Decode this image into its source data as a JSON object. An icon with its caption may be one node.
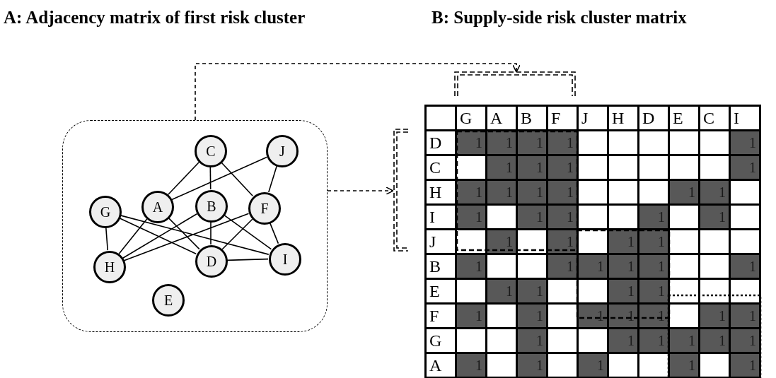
{
  "diagram": {
    "nodes": [
      {
        "text": [],
        "shape": "box"
      },
      {
        "text": [
          "C"
        ],
        "in": 0
      },
      {
        "text": [
          "J"
        ],
        "in": 0
      },
      {
        "text": [
          "G"
        ],
        "in": 0
      },
      {
        "text": [
          "A"
        ],
        "in": 0
      },
      {
        "text": [
          "B"
        ],
        "in": 0
      },
      {
        "text": [
          "F"
        ],
        "in": 0
      },
      {
        "text": [
          "H"
        ],
        "in": 0
      },
      {
        "text": [
          "D"
        ],
        "in": 0
      },
      {
        "text": [
          "I"
        ],
        "in": 0
      },
      {
        "text": [
          "E"
        ],
        "in": 0
      },
      {
        "text": [],
        "shape": "box"
      },
      {
        "text": [],
        "shape": "box",
        "in": 11
      },
      {
        "text": [
          "G"
        ],
        "in": 11
      },
      {
        "text": [
          "A"
        ],
        "in": 11
      },
      {
        "text": [
          "B"
        ],
        "in": 11
      },
      {
        "text": [
          "F"
        ],
        "in": 11
      },
      {
        "text": [
          "J"
        ],
        "in": 11
      },
      {
        "text": [
          "H"
        ],
        "in": 11
      },
      {
        "text": [
          "D"
        ],
        "in": 11
      },
      {
        "text": [
          "E"
        ],
        "in": 11
      },
      {
        "text": [
          "C"
        ],
        "in": 11
      },
      {
        "text": [
          "I"
        ],
        "in": 11
      },
      {
        "text": [
          "D"
        ],
        "in": 11
      },
      {
        "text": [
          "1"
        ],
        "in": 11
      },
      {
        "text": [
          "1"
        ],
        "in": 11
      },
      {
        "text": [
          "1"
        ],
        "in": 11
      },
      {
        "text": [
          "1"
        ],
        "in": 11
      },
      {
        "text": [],
        "shape": "box",
        "in": 11
      },
      {
        "text": [],
        "shape": "box",
        "in": 11
      },
      {
        "text": [],
        "shape": "box",
        "in": 11
      },
      {
        "text": [],
        "shape": "box",
        "in": 11
      },
      {
        "text": [],
        "shape": "box",
        "in": 11
      },
      {
        "text": [
          "1"
        ],
        "in": 11
      },
      {
        "text": [
          "C"
        ],
        "in": 11
      },
      {
        "text": [],
        "shape": "box",
        "in": 11
      },
      {
        "text": [
          "1"
        ],
        "in": 11
      },
      {
        "text": [
          "1"
        ],
        "in": 11
      },
      {
        "text": [
          "1"
        ],
        "in": 11
      },
      {
        "text": [],
        "shape": "box",
        "in": 11
      },
      {
        "text": [],
        "shape": "box",
        "in": 11
      },
      {
        "text": [],
        "shape": "box",
        "in": 11
      },
      {
        "text": [],
        "shape": "box",
        "in": 11
      },
      {
        "text": [],
        "shape": "box",
        "in": 11
      },
      {
        "text": [
          "1"
        ],
        "in": 11
      },
      {
        "text": [
          "H"
        ],
        "in": 11
      },
      {
        "text": [
          "1"
        ],
        "in": 11
      },
      {
        "text": [
          "1"
        ],
        "in": 11
      },
      {
        "text": [
          "1"
        ],
        "in": 11
      },
      {
        "text": [
          "1"
        ],
        "in": 11
      },
      {
        "text": [],
        "shape": "box",
        "in": 11
      },
      {
        "text": [],
        "shape": "box",
        "in": 11
      },
      {
        "text": [],
        "shape": "box",
        "in": 11
      },
      {
        "text": [
          "1"
        ],
        "in": 11
      },
      {
        "text": [
          "1"
        ],
        "in": 11
      },
      {
        "text": [],
        "shape": "box",
        "in": 11
      },
      {
        "text": [
          "I"
        ],
        "in": 11
      },
      {
        "text": [
          "1"
        ],
        "in": 11
      },
      {
        "text": [],
        "shape": "box",
        "in": 11
      },
      {
        "text": [
          "1"
        ],
        "in": 11
      },
      {
        "text": [
          "1"
        ],
        "in": 11
      },
      {
        "text": [],
        "shape": "box",
        "in": 11
      },
      {
        "text": [],
        "shape": "box",
        "in": 11
      },
      {
        "text": [
          "1"
        ],
        "in": 11
      },
      {
        "text": [],
        "shape": "box",
        "in": 11
      },
      {
        "text": [
          "1"
        ],
        "in": 11
      },
      {
        "text": [],
        "shape": "box",
        "in": 11
      },
      {
        "text": [
          "J"
        ],
        "in": 11
      },
      {
        "text": [],
        "shape": "box",
        "in": 11
      },
      {
        "text": [
          "1"
        ],
        "in": 11
      },
      {
        "text": [],
        "shape": "box",
        "in": 11
      },
      {
        "text": [
          "1"
        ],
        "in": 11
      },
      {
        "text": [],
        "shape": "box",
        "in": 11
      },
      {
        "text": [
          "1"
        ],
        "in": 11
      },
      {
        "text": [
          "1"
        ],
        "in": 11
      },
      {
        "text": [],
        "shape": "box",
        "in": 11
      },
      {
        "text": [],
        "shape": "box",
        "in": 11
      },
      {
        "text": [],
        "shape": "box",
        "in": 11
      },
      {
        "text": [
          "B"
        ],
        "in": 11
      },
      {
        "text": [
          "1"
        ],
        "in": 11
      },
      {
        "text": [],
        "shape": "box",
        "in": 11
      },
      {
        "text": [],
        "shape": "box",
        "in": 11
      },
      {
        "text": [
          "1"
        ],
        "in": 11
      },
      {
        "text": [
          "1"
        ],
        "in": 11
      },
      {
        "text": [
          "1"
        ],
        "in": 11
      },
      {
        "text": [
          "1"
        ],
        "in": 11
      },
      {
        "text": [],
        "shape": "box",
        "in": 11
      },
      {
        "text": [],
        "shape": "box",
        "in": 11
      },
      {
        "text": [
          "1"
        ],
        "in": 11
      },
      {
        "text": [
          "E"
        ],
        "in": 11
      },
      {
        "text": [],
        "shape": "box",
        "in": 11
      },
      {
        "text": [
          "1"
        ],
        "in": 11
      },
      {
        "text": [
          "1"
        ],
        "in": 11
      },
      {
        "text": [],
        "shape": "box",
        "in": 11
      },
      {
        "text": [],
        "shape": "box",
        "in": 11
      },
      {
        "text": [
          "1"
        ],
        "in": 11
      },
      {
        "text": [
          "1"
        ],
        "in": 11
      },
      {
        "text": [],
        "shape": "box",
        "in": 11
      },
      {
        "text": [],
        "shape": "box",
        "in": 11
      },
      {
        "text": [],
        "shape": "box",
        "in": 11
      },
      {
        "text": [
          "F"
        ],
        "in": 11
      },
      {
        "text": [
          "1"
        ],
        "in": 11
      },
      {
        "text": [],
        "shape": "box",
        "in": 11
      },
      {
        "text": [
          "1"
        ],
        "in": 11
      },
      {
        "text": [],
        "shape": "box",
        "in": 11
      },
      {
        "text": [
          "1"
        ],
        "in": 11
      },
      {
        "text": [
          "1"
        ],
        "in": 11
      },
      {
        "text": [
          "1"
        ],
        "in": 11
      },
      {
        "text": [],
        "shape": "box",
        "in": 11
      },
      {
        "text": [
          "1"
        ],
        "in": 11
      },
      {
        "text": [
          "1"
        ],
        "in": 11
      },
      {
        "text": [
          "G"
        ],
        "in": 11
      },
      {
        "text": [],
        "shape": "box",
        "in": 11
      },
      {
        "text": [],
        "shape": "box",
        "in": 11
      },
      {
        "text": [
          "1"
        ],
        "in": 11
      },
      {
        "text": [],
        "shape": "box",
        "in": 11
      },
      {
        "text": [],
        "shape": "box",
        "in": 11
      },
      {
        "text": [
          "1"
        ],
        "in": 11
      },
      {
        "text": [
          "1"
        ],
        "in": 11
      },
      {
        "text": [
          "1"
        ],
        "in": 11
      },
      {
        "text": [
          "1"
        ],
        "in": 11
      },
      {
        "text": [
          "1"
        ],
        "in": 11
      },
      {
        "text": [
          "A"
        ],
        "in": 11
      },
      {
        "text": [
          "1"
        ],
        "in": 11
      },
      {
        "text": [],
        "shape": "box",
        "in": 11
      },
      {
        "text": [
          "1"
        ],
        "in": 11
      },
      {
        "text": [],
        "shape": "box",
        "in": 11
      },
      {
        "text": [
          "1"
        ],
        "in": 11
      },
      {
        "text": [],
        "shape": "box",
        "in": 11
      },
      {
        "text": [],
        "shape": "box",
        "in": 11
      },
      {
        "text": [
          "1"
        ],
        "in": 11
      },
      {
        "text": [],
        "shape": "box",
        "in": 11
      },
      {
        "text": [
          "1"
        ],
        "in": 11
      },
      {
        "text": [],
        "shape": "bracket"
      },
      {
        "text": [],
        "shape": "bracket"
      }
    ],
    "edges": [
      {
        "from": 1,
        "to": 4,
        "arrow": "none"
      },
      {
        "from": 1,
        "to": 5,
        "arrow": "none"
      },
      {
        "from": 1,
        "to": 6,
        "arrow": "none"
      },
      {
        "from": 2,
        "to": 4,
        "arrow": "none"
      },
      {
        "from": 2,
        "to": 6,
        "arrow": "none"
      },
      {
        "from": 3,
        "to": 7,
        "arrow": "none"
      },
      {
        "from": 3,
        "to": 8,
        "arrow": "none"
      },
      {
        "from": 3,
        "to": 9,
        "arrow": "none"
      },
      {
        "from": 4,
        "to": 7,
        "arrow": "none"
      },
      {
        "from": 4,
        "to": 8,
        "arrow": "none"
      },
      {
        "from": 5,
        "to": 7,
        "arrow": "none"
      },
      {
        "from": 5,
        "to": 8,
        "arrow": "none"
      },
      {
        "from": 5,
        "to": 9,
        "arrow": "none"
      },
      {
        "from": 6,
        "to": 7,
        "arrow": "none"
      },
      {
        "from": 6,
        "to": 8,
        "arrow": "none"
      },
      {
        "from": 6,
        "to": 9,
        "arrow": "none"
      },
      {
        "from": 8,
        "to": 9,
        "arrow": "none"
      },
      {
        "from": 0,
        "to": 133,
        "arrow": "to",
        "style": "dashed"
      },
      {
        "from": 0,
        "to": 134,
        "arrow": "to",
        "style": "dashed"
      }
    ],
    "labels": [
      "A: Adjacency matrix of first risk cluster",
      "B: Supply-side risk cluster matrix"
    ]
  }
}
